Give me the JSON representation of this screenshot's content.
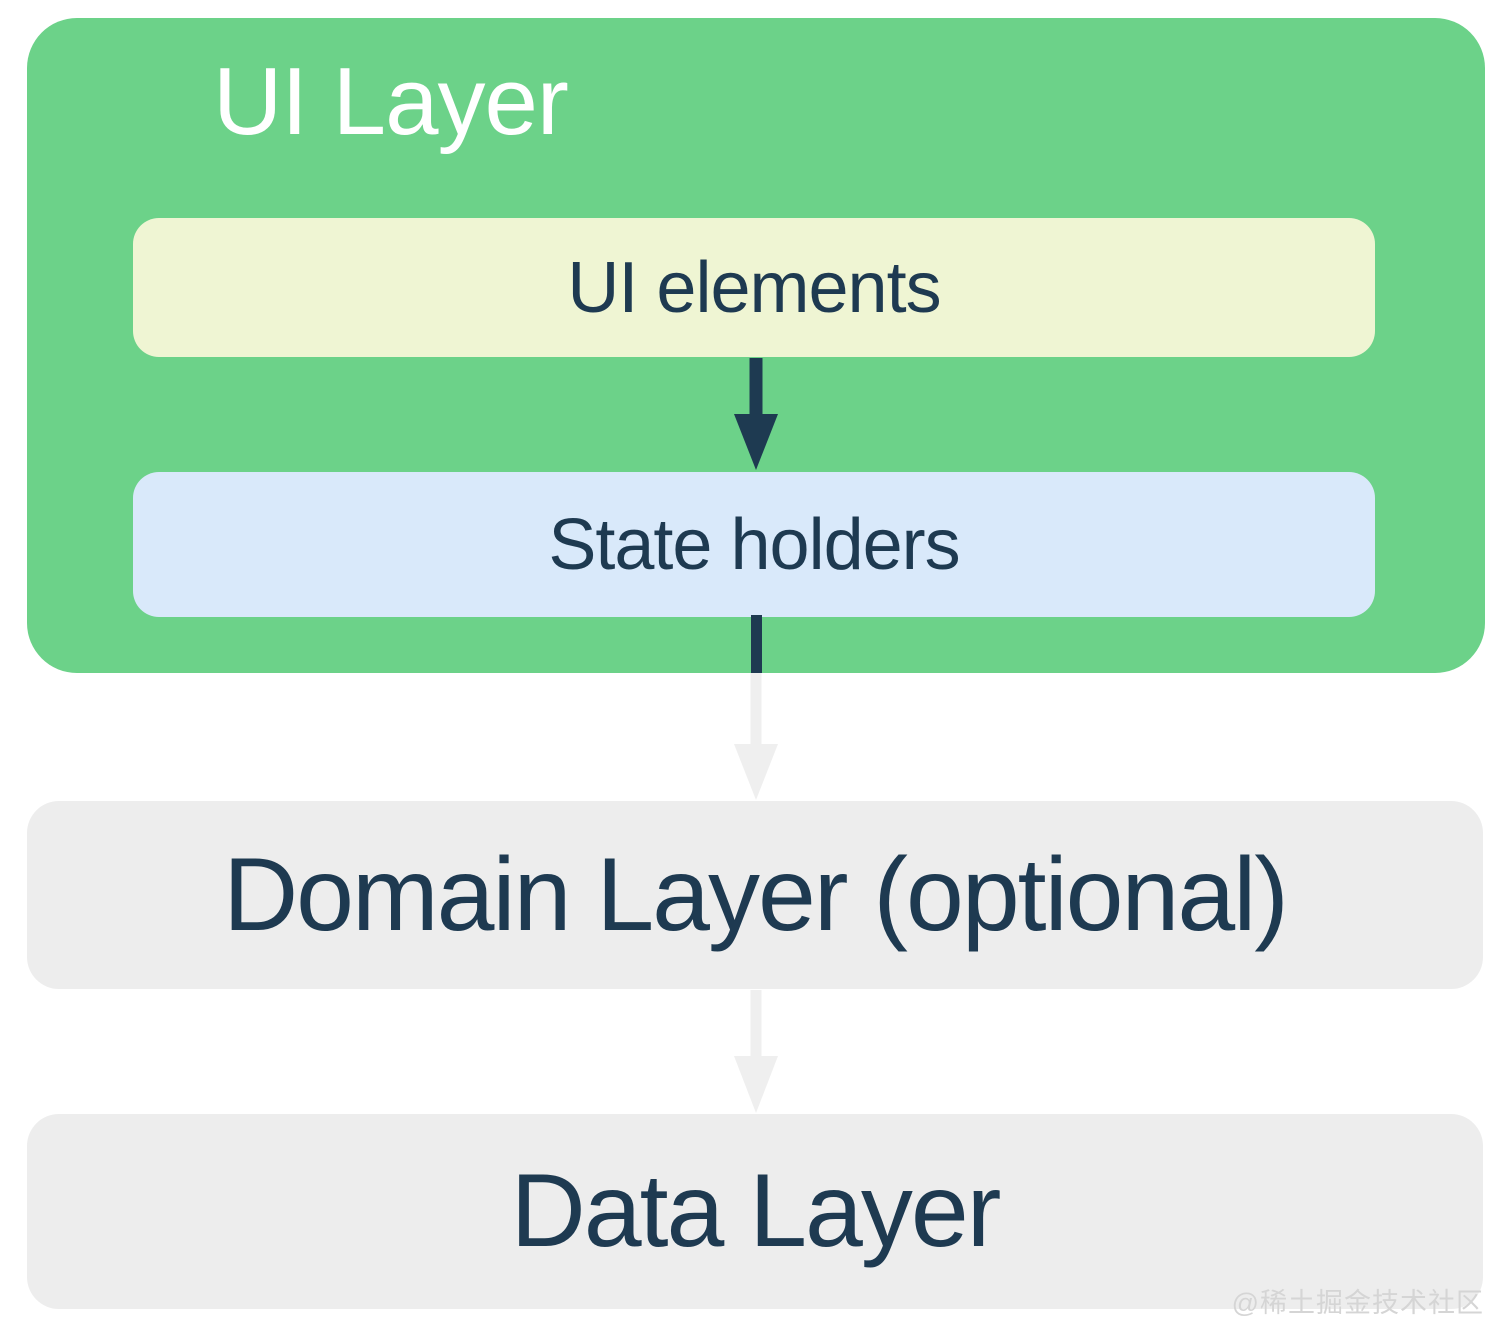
{
  "diagram": {
    "ui_layer": {
      "title": "UI Layer",
      "ui_elements_label": "UI elements",
      "state_holders_label": "State holders"
    },
    "domain_layer_label": "Domain Layer (optional)",
    "data_layer_label": "Data Layer",
    "watermark": "@稀土掘金技术社区",
    "icons": {
      "arrow_down_dark": "solid downward arrow connector (navy)",
      "arrow_down_light": "solid downward arrow connector (light gray)"
    },
    "colors": {
      "ui_layer_bg": "#6CD289",
      "ui_elements_bg": "#EFF5D3",
      "state_holders_bg": "#D9E9FA",
      "layer_box_bg": "#EDEDED",
      "text_dark": "#1E3A51",
      "title_text": "#FFFFFF",
      "arrow_dark": "#1E3A51",
      "arrow_light": "#EFEFEF",
      "watermark_text": "#D5D5D5",
      "page_bg": "#FFFFFF"
    }
  }
}
